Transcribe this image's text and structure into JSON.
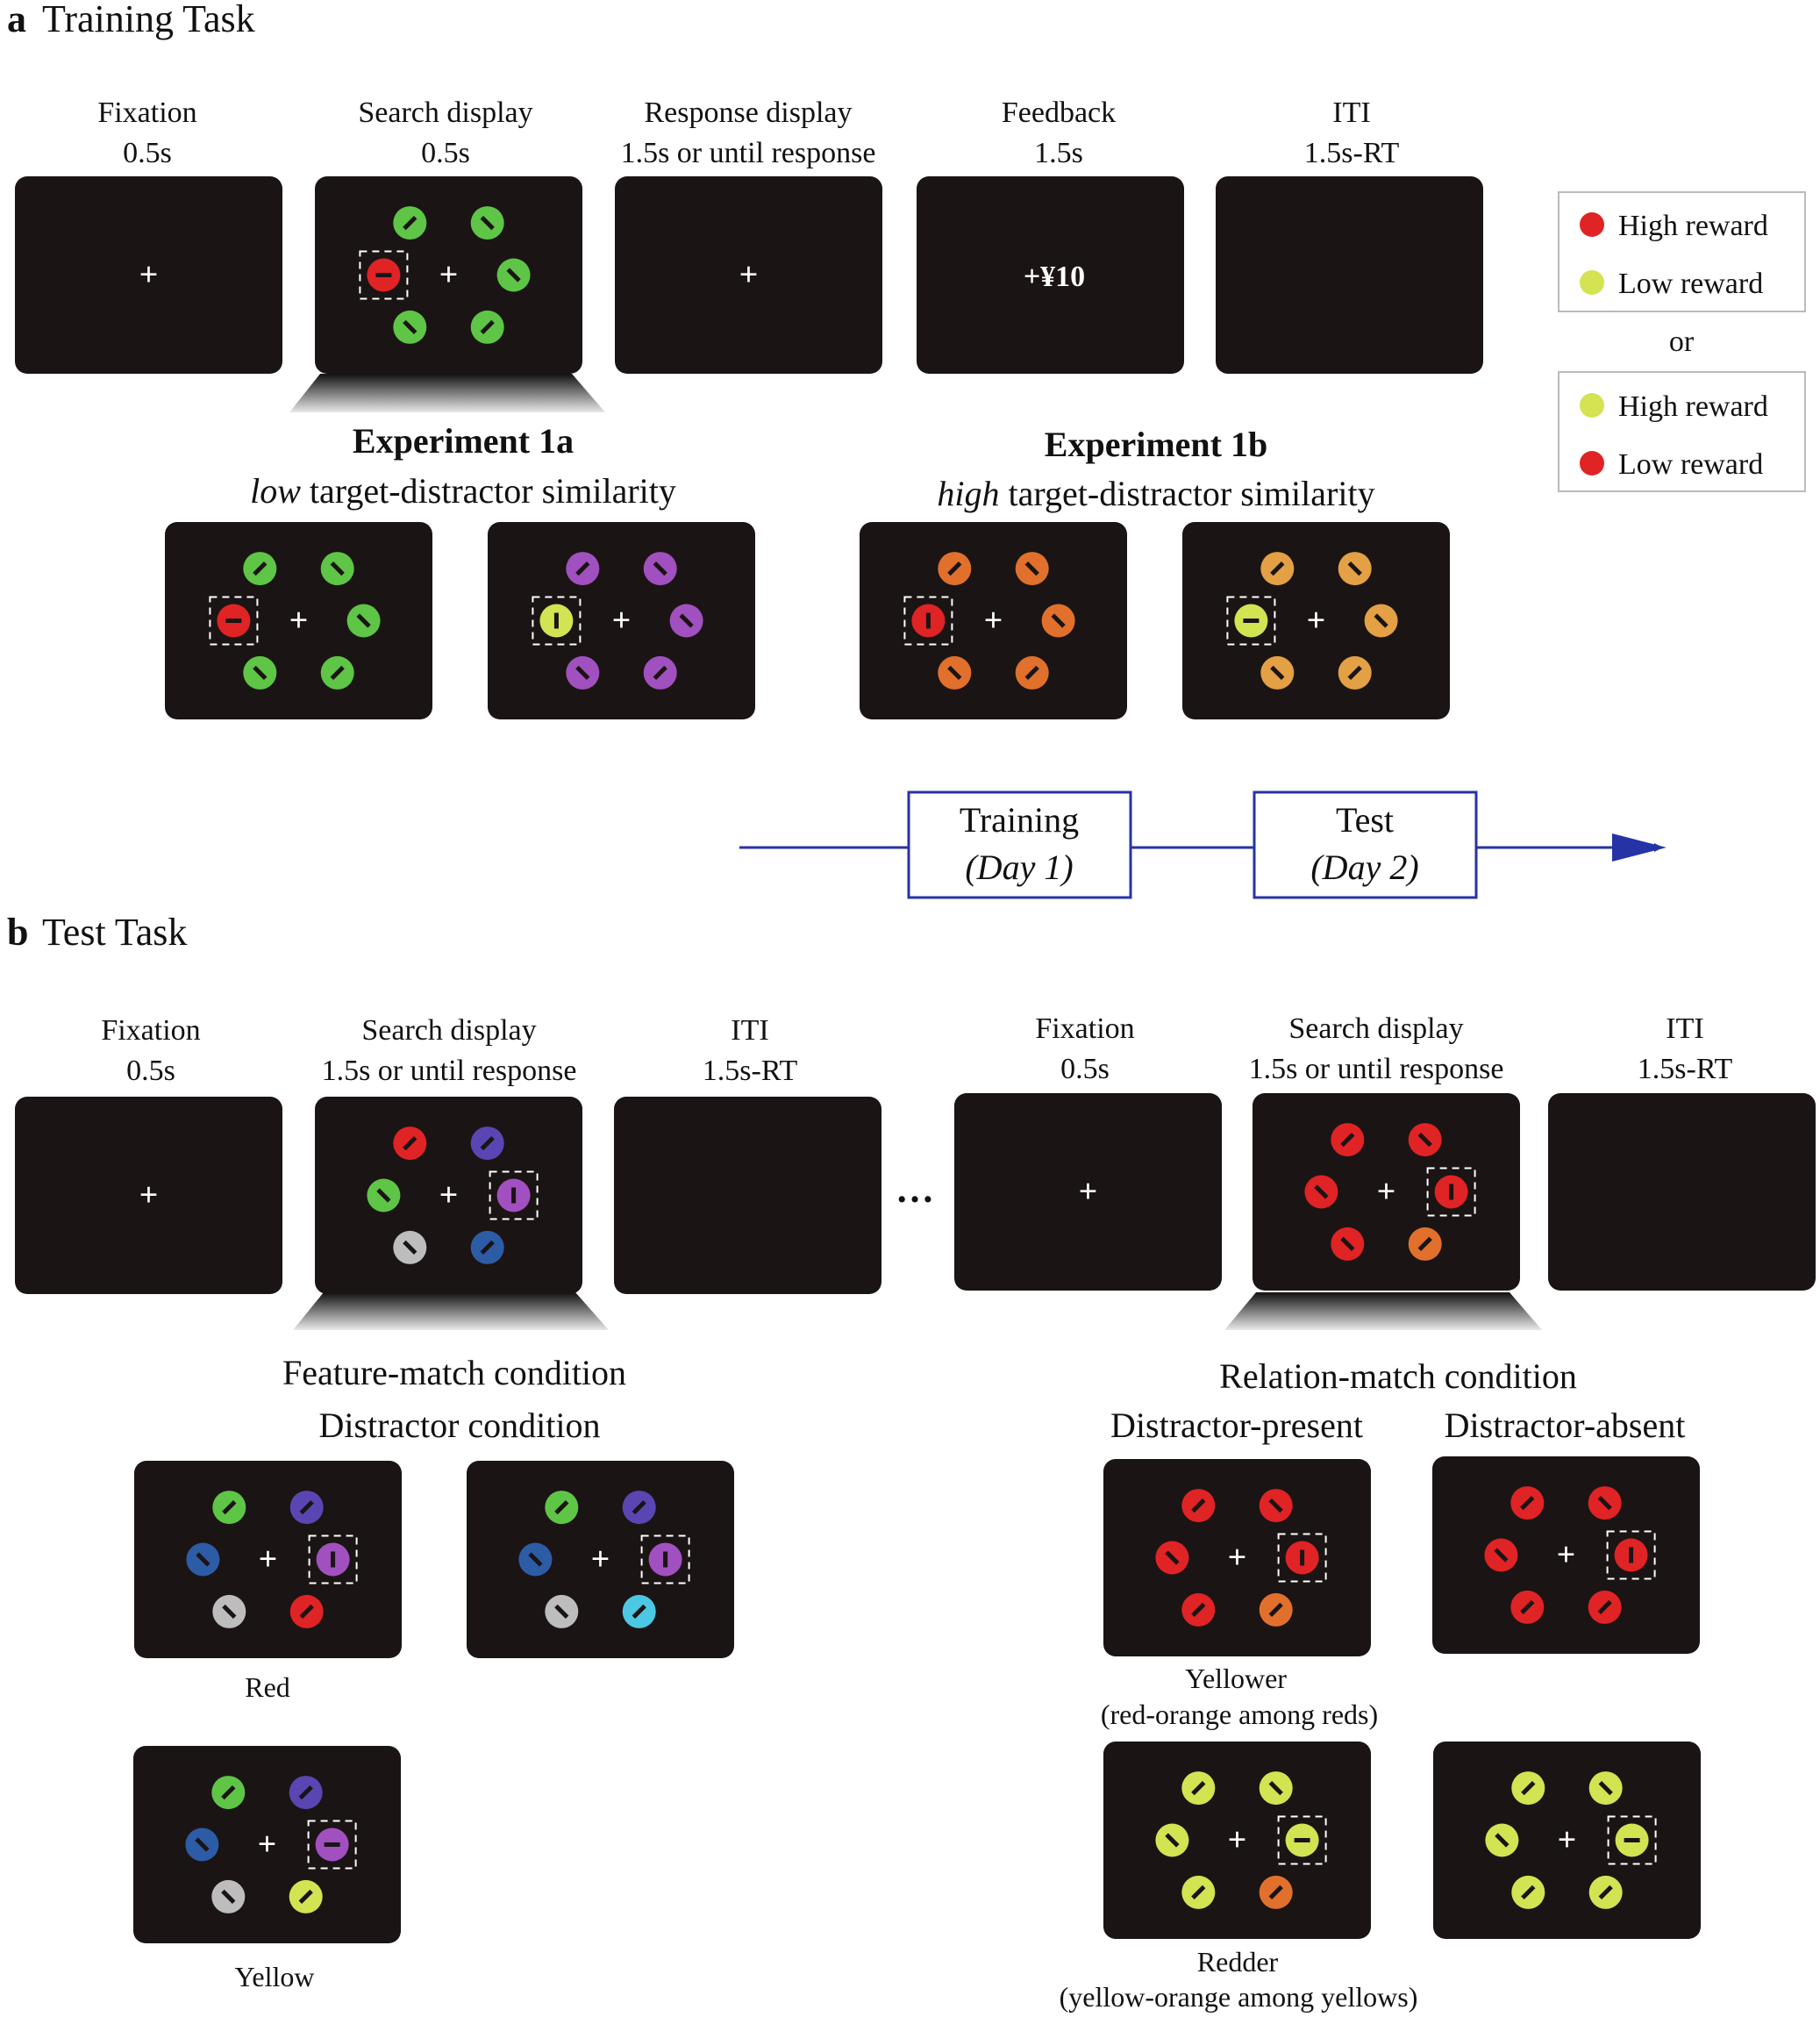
{
  "colors": {
    "screen": "#1b1414",
    "red": "#e02325",
    "green": "#5ec546",
    "purple": "#a150bf",
    "yellow": "#d3e352",
    "orange": "#e0702c",
    "orange_light": "#e3a044",
    "blue": "#2d5ca6",
    "violet": "#5a46b2",
    "gray": "#bdbdbd",
    "cyan": "#4cc7e4",
    "timeline": "#2633a6"
  },
  "panel_a": {
    "letter": "a",
    "title": "Training Task",
    "steps": [
      {
        "name": "Fixation",
        "duration": "0.5s"
      },
      {
        "name": "Search display",
        "duration": "0.5s"
      },
      {
        "name": "Response display",
        "duration": "1.5s or until response"
      },
      {
        "name": "Feedback",
        "duration": "1.5s"
      },
      {
        "name": "ITI",
        "duration": "1.5s-RT"
      }
    ],
    "feedback_text": "+¥10",
    "legend_1": {
      "first": "High reward",
      "second": "Low reward"
    },
    "legend_or": "or",
    "legend_2": {
      "first": "High reward",
      "second": "Low reward"
    },
    "exp1a": {
      "title": "Experiment 1a",
      "subtitle_emph": "low",
      "subtitle_rest": " target-distractor similarity"
    },
    "exp1b": {
      "title": "Experiment 1b",
      "subtitle_emph": "high",
      "subtitle_rest": " target-distractor similarity"
    }
  },
  "timeline": {
    "box1": {
      "line1": "Training",
      "line2": "(Day 1)"
    },
    "box2": {
      "line1": "Test",
      "line2": "(Day 2)"
    }
  },
  "panel_b": {
    "letter": "b",
    "title": "Test Task",
    "left_steps": [
      {
        "name": "Fixation",
        "duration": "0.5s"
      },
      {
        "name": "Search display",
        "duration": "1.5s or until response"
      },
      {
        "name": "ITI",
        "duration": "1.5s-RT"
      }
    ],
    "ellipsis": "…",
    "right_steps": [
      {
        "name": "Fixation",
        "duration": "0.5s"
      },
      {
        "name": "Search display",
        "duration": "1.5s or until response"
      },
      {
        "name": "ITI",
        "duration": "1.5s-RT"
      }
    ],
    "feature_match": {
      "title": "Feature-match condition",
      "subtitle": "Distractor condition",
      "label_red": "Red",
      "label_yellow": "Yellow"
    },
    "relation_match": {
      "title": "Relation-match condition",
      "col_present": "Distractor-present",
      "col_absent": "Distractor-absent",
      "label_yellower": "Yellower",
      "label_yellower_note": "(red-orange among reds)",
      "label_redder": "Redder",
      "label_redder_note": "(yellow-orange among yellows)"
    }
  }
}
